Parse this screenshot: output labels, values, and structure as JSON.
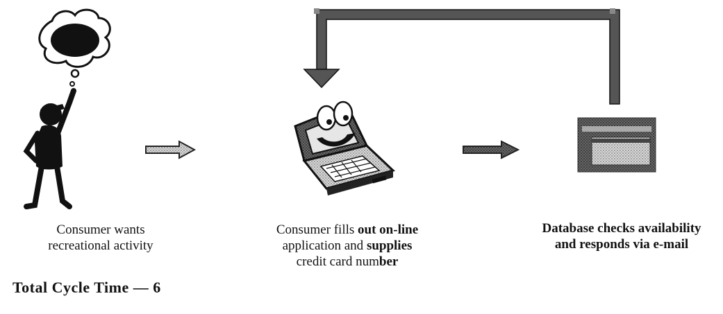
{
  "steps": [
    {
      "lines": [
        [
          {
            "t": "Consumer wants",
            "b": false
          }
        ],
        [
          {
            "t": "recreational activity",
            "b": false
          }
        ]
      ]
    },
    {
      "lines": [
        [
          {
            "t": "Consumer fills ",
            "b": false
          },
          {
            "t": "out on-line",
            "b": true
          }
        ],
        [
          {
            "t": "application and ",
            "b": false
          },
          {
            "t": "supplies",
            "b": true
          }
        ],
        [
          {
            "t": "credit card num",
            "b": false
          },
          {
            "t": "ber",
            "b": true
          }
        ]
      ]
    },
    {
      "lines": [
        [
          {
            "t": "Database checks availability",
            "b": true
          }
        ],
        [
          {
            "t": "and responds via e-mail",
            "b": true
          }
        ]
      ]
    }
  ],
  "footer": {
    "label": "Total Cycle Time — 6"
  },
  "icons": {
    "consumer": "person-thinking-icon",
    "laptop": "smiling-laptop-icon",
    "database": "database-screen-icon"
  },
  "colors": {
    "ink": "#111111",
    "arrow_fill": "#bdbdbd",
    "dark_arrow_fill": "#555555"
  }
}
